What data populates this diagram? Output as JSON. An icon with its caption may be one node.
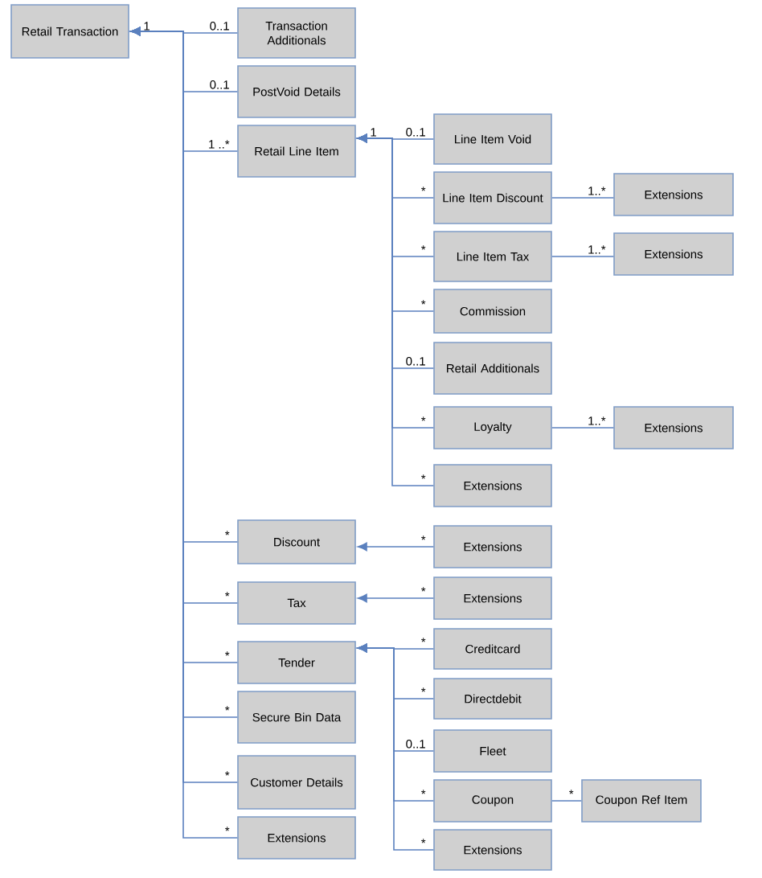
{
  "diagram": {
    "nodes": [
      {
        "text": [
          "Retail Transaction"
        ]
      },
      {
        "text": [
          "Transaction Additionals"
        ]
      },
      {
        "text": [
          "PostVoid Details"
        ]
      },
      {
        "text": [
          "Retail Line Item"
        ]
      },
      {
        "text": [
          "Line Item Void"
        ]
      },
      {
        "text": [
          "Line Item Discount"
        ]
      },
      {
        "text": [
          "Extensions"
        ]
      },
      {
        "text": [
          "Line Item Tax"
        ]
      },
      {
        "text": [
          "Extensions"
        ]
      },
      {
        "text": [
          "Commission"
        ]
      },
      {
        "text": [
          "Retail Additionals"
        ]
      },
      {
        "text": [
          "Loyalty"
        ]
      },
      {
        "text": [
          "Extensions"
        ]
      },
      {
        "text": [
          "Extensions"
        ]
      },
      {
        "text": [
          "Discount"
        ]
      },
      {
        "text": [
          "Extensions"
        ]
      },
      {
        "text": [
          "Tax"
        ]
      },
      {
        "text": [
          "Extensions"
        ]
      },
      {
        "text": [
          "Tender"
        ]
      },
      {
        "text": [
          "Creditcard"
        ]
      },
      {
        "text": [
          "Directdebit"
        ]
      },
      {
        "text": [
          "Secure Bin Data"
        ]
      },
      {
        "text": [
          "Fleet"
        ]
      },
      {
        "text": [
          "Customer Details"
        ]
      },
      {
        "text": [
          "Coupon"
        ]
      },
      {
        "text": [
          "Coupon Ref Item"
        ]
      },
      {
        "text": [
          "Extensions"
        ]
      },
      {
        "text": [
          "Extensions"
        ]
      }
    ],
    "edges": [
      {
        "from": 1,
        "to": 0,
        "arrow": "to",
        "label": "0..1"
      },
      {
        "from": 2,
        "to": 0,
        "arrow": "to",
        "label": "0..1"
      },
      {
        "from": 3,
        "to": 0,
        "arrow": "to",
        "label": "1 ..*"
      },
      {
        "from": 14,
        "to": 0,
        "arrow": "to",
        "label": "*"
      },
      {
        "from": 16,
        "to": 0,
        "arrow": "to",
        "label": "*"
      },
      {
        "from": 18,
        "to": 0,
        "arrow": "to",
        "label": "*"
      },
      {
        "from": 21,
        "to": 0,
        "arrow": "to",
        "label": "*"
      },
      {
        "from": 23,
        "to": 0,
        "arrow": "to",
        "label": "*"
      },
      {
        "from": 26,
        "to": 0,
        "arrow": "to",
        "label": "*"
      },
      {
        "from": 4,
        "to": 3,
        "arrow": "to",
        "label": "0..1"
      },
      {
        "from": 5,
        "to": 3,
        "arrow": "to",
        "label": "*"
      },
      {
        "from": 7,
        "to": 3,
        "arrow": "to",
        "label": "*"
      },
      {
        "from": 9,
        "to": 3,
        "arrow": "to",
        "label": "*"
      },
      {
        "from": 10,
        "to": 3,
        "arrow": "to",
        "label": "0..1"
      },
      {
        "from": 11,
        "to": 3,
        "arrow": "to",
        "label": "*"
      },
      {
        "from": 13,
        "to": 3,
        "arrow": "to",
        "label": "*"
      },
      {
        "from": 5,
        "to": 6,
        "arrow": "none",
        "label": "1..*"
      },
      {
        "from": 7,
        "to": 8,
        "arrow": "none",
        "label": "1..*"
      },
      {
        "from": 11,
        "to": 12,
        "arrow": "none",
        "label": "1..*"
      },
      {
        "from": 15,
        "to": 14,
        "arrow": "to",
        "label": "*"
      },
      {
        "from": 17,
        "to": 16,
        "arrow": "to",
        "label": "*"
      },
      {
        "from": 19,
        "to": 18,
        "arrow": "to",
        "label": "*"
      },
      {
        "from": 20,
        "to": 18,
        "arrow": "to",
        "label": "*"
      },
      {
        "from": 22,
        "to": 18,
        "arrow": "to",
        "label": "0..1"
      },
      {
        "from": 24,
        "to": 18,
        "arrow": "to",
        "label": "*"
      },
      {
        "from": 27,
        "to": 18,
        "arrow": "to",
        "label": "*"
      },
      {
        "from": 24,
        "to": 25,
        "arrow": "none",
        "label": "*"
      }
    ],
    "labels": [
      "1",
      "1"
    ]
  }
}
